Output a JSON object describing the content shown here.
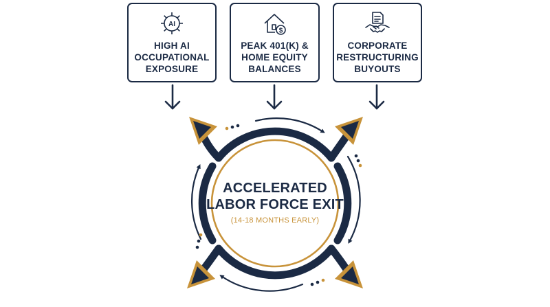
{
  "factors": [
    {
      "icon": "ai-gear-icon",
      "lines": [
        "HIGH AI",
        "OCCUPATIONAL",
        "EXPOSURE"
      ]
    },
    {
      "icon": "house-dollar-icon",
      "lines": [
        "PEAK 401(K) &",
        "HOME EQUITY",
        "BALANCES"
      ]
    },
    {
      "icon": "document-handshake-icon",
      "lines": [
        "CORPORATE",
        "RESTRUCTURING",
        "BUYOUTS"
      ]
    }
  ],
  "center": {
    "title_lines": [
      "ACCELERATED",
      "LABOR FORCE EXIT"
    ],
    "subtitle": "(14-18 MONTHS EARLY)"
  },
  "icon_text": {
    "ai": "AI",
    "dollar": "$"
  },
  "colors": {
    "navy": "#1b2a44",
    "gold": "#c8933a",
    "white": "#ffffff"
  }
}
